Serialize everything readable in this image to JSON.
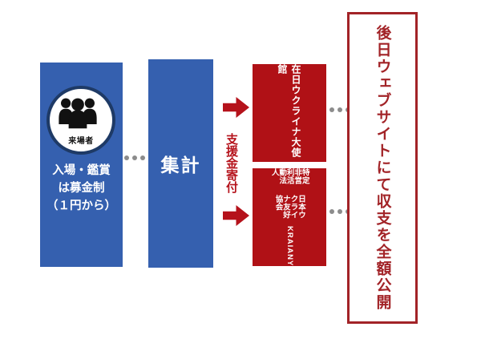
{
  "diagram": {
    "visitors": {
      "icon": "people-icon",
      "icon_label": "来場者",
      "lines": [
        "入場・鑑賞",
        "は募金制",
        "（１円から）"
      ]
    },
    "tally": {
      "label": "集計"
    },
    "donation": {
      "label": "支援金寄付"
    },
    "recipients": {
      "embassy": {
        "label": "在日ウクライナ大使館"
      },
      "npo": {
        "line1": "特定非営利活動法人",
        "line2": "日本ウクライナ友好協会",
        "line3": "KRAIANY"
      }
    },
    "disclosure": {
      "label": "後日ウェブサイトにて収支を全額公開"
    }
  },
  "colors": {
    "white": "#ffffff",
    "blue": "#3560af",
    "navy_ring": "#1e3a66",
    "arrow_red": "#b5121b",
    "box_red": "#b01116",
    "outline_red": "#a22327",
    "dot_gray": "#8c8c8c"
  }
}
